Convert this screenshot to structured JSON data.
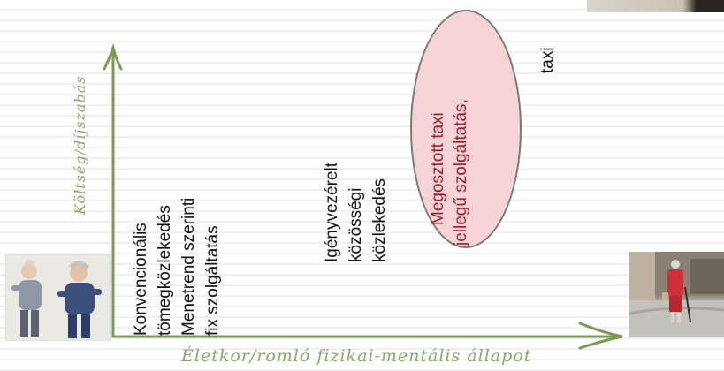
{
  "y_axis_label": "Költség/díjszabás",
  "x_axis_label": "Életkor/romló fizikai-mentális állapot",
  "conventional": {
    "line1": "Konvencionális",
    "line2": "tömegközlekedés",
    "line3": "Menetrend szerinti",
    "line4": "fix szolgáltatás"
  },
  "demand": {
    "line1": "Igényvezérelt",
    "line2": "közösségi",
    "line3": "közlekedés"
  },
  "shared_taxi": {
    "line1": "Megosztott taxi",
    "line2": "jellegű szolgáltatás,"
  },
  "taxi": {
    "line1": "taxi"
  },
  "colors": {
    "axis": "#7a9a55",
    "axis_label": "#8aa86a",
    "ellipse_fill": "#f6d3d6",
    "ellipse_text": "#9b1c2e",
    "stripe": "#eef0f6"
  }
}
